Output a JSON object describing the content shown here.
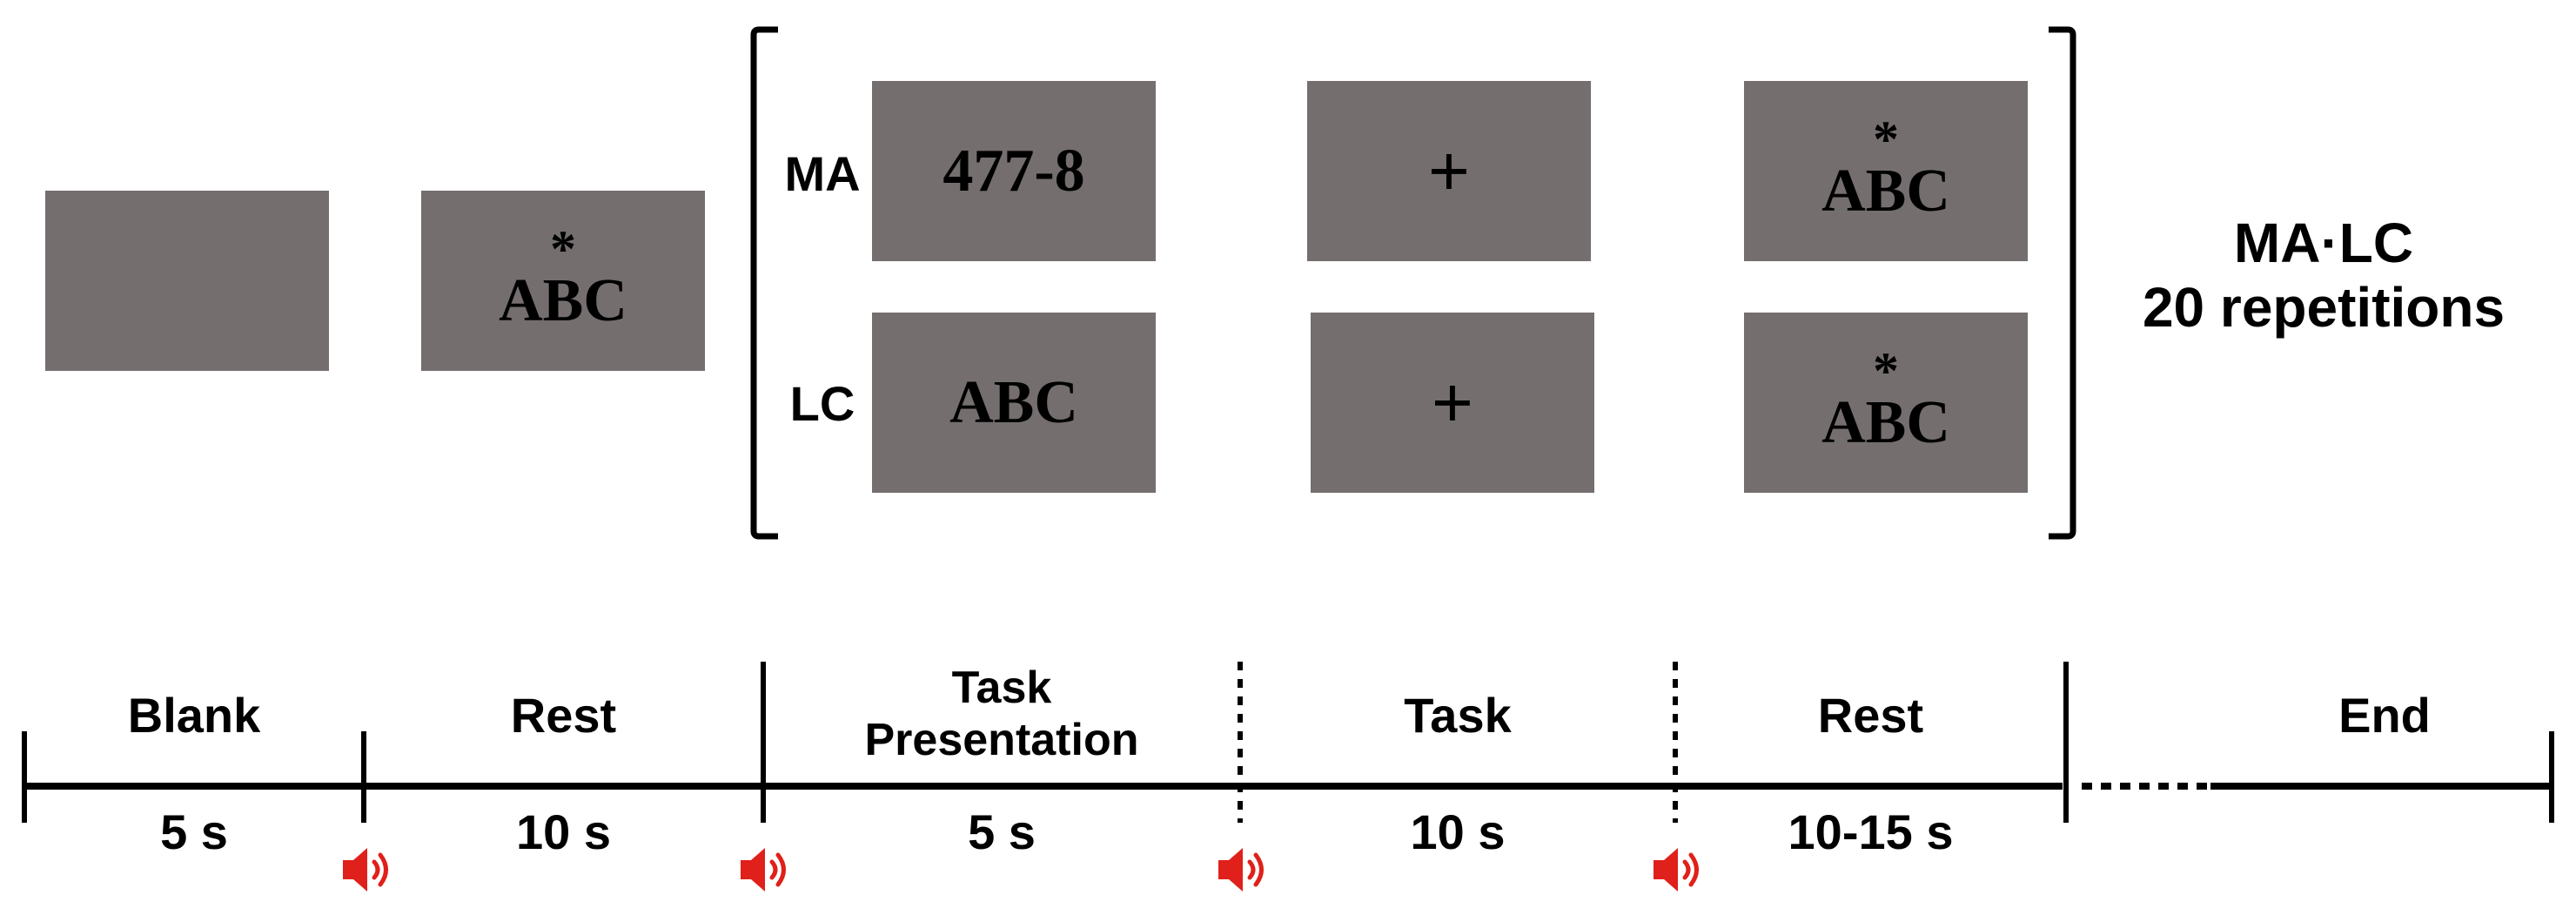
{
  "screens": {
    "blank": {
      "lines": []
    },
    "rest_initial": {
      "star": "*",
      "text": "ABC"
    },
    "ma_presentation": {
      "text": "477-8"
    },
    "ma_task": {
      "symbol": "+"
    },
    "ma_rest": {
      "star": "*",
      "text": "ABC"
    },
    "lc_presentation": {
      "text": "ABC"
    },
    "lc_task": {
      "symbol": "+"
    },
    "lc_rest": {
      "star": "*",
      "text": "ABC"
    }
  },
  "row_labels": {
    "ma": "MA",
    "lc": "LC"
  },
  "repetition": {
    "line1": "MA·LC",
    "line2": "20 repetitions"
  },
  "timeline": {
    "phases": [
      {
        "label": "Blank",
        "duration": "5 s"
      },
      {
        "label": "Rest",
        "duration": "10 s"
      },
      {
        "label_line1": "Task",
        "label_line2": "Presentation",
        "duration": "5 s"
      },
      {
        "label": "Task",
        "duration": "10 s"
      },
      {
        "label": "Rest",
        "duration": "10-15 s"
      },
      {
        "label": "End"
      }
    ]
  },
  "icons": {
    "sound": "speaker-icon"
  },
  "colors": {
    "screen": "#746e6e",
    "line": "#000000",
    "speaker": "#e0201a"
  }
}
